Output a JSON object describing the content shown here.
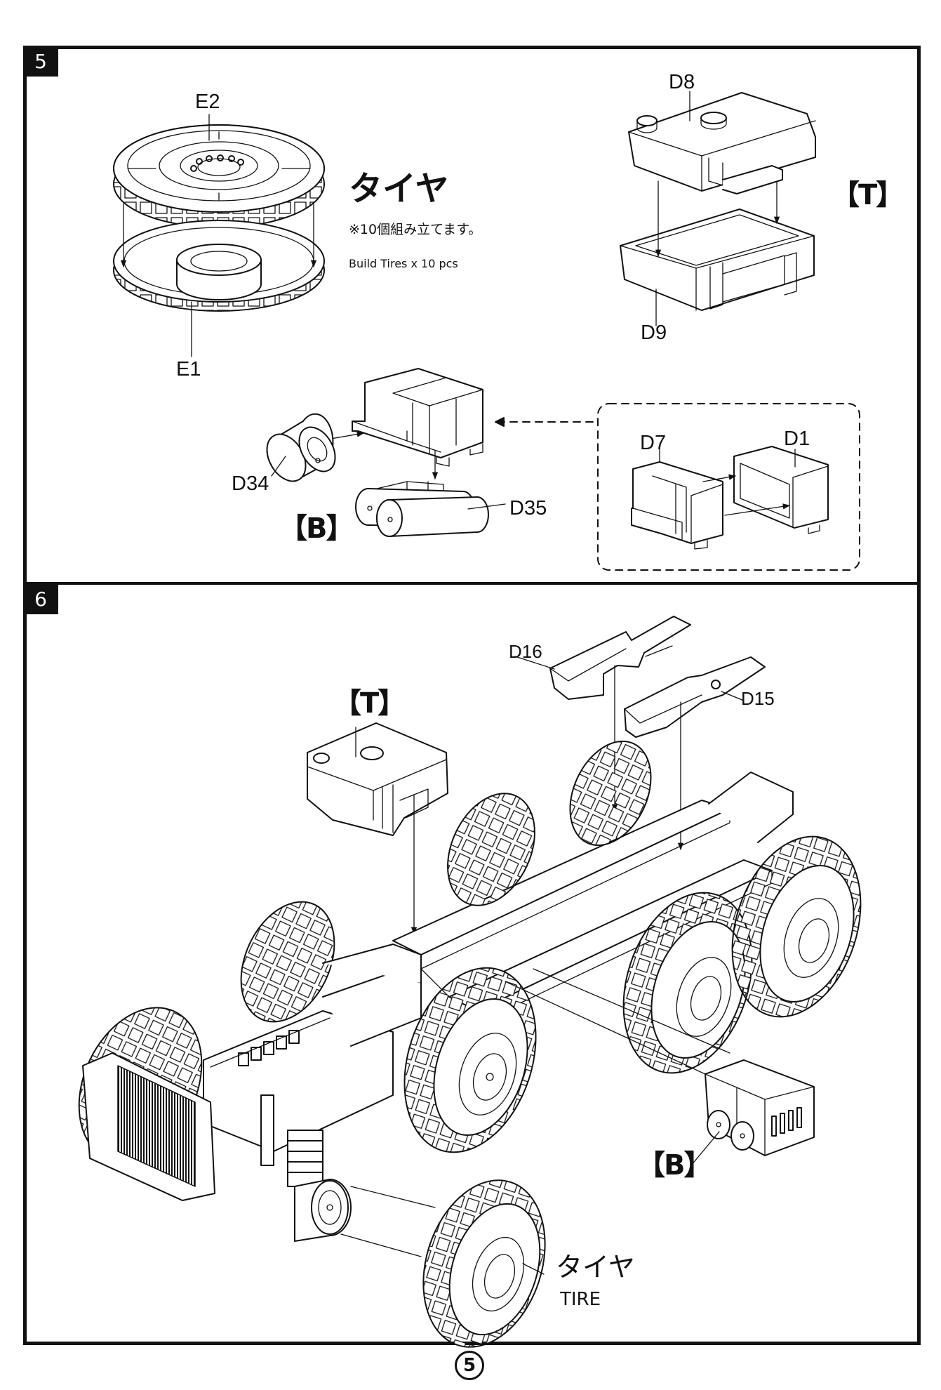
{
  "page": {
    "page_number": "5"
  },
  "steps": [
    {
      "number": "5",
      "tire_assembly": {
        "title_jp": "タイヤ",
        "note_jp": "※10個組み立てます。",
        "note_en": "Build Tires x 10 pcs",
        "parts": [
          "E2",
          "E1"
        ]
      },
      "tank_assembly": {
        "group_label": "【T】",
        "parts": [
          "D8",
          "D9"
        ]
      },
      "battery_assembly": {
        "group_label": "【B】",
        "parts": [
          "D34",
          "D35"
        ]
      },
      "inset_assembly": {
        "parts": [
          "D7",
          "D1"
        ]
      }
    },
    {
      "number": "6",
      "callouts": {
        "tank_label": "【T】",
        "battery_label": "【B】",
        "part_d16": "D16",
        "part_d15": "D15",
        "tire_jp": "タイヤ",
        "tire_en": "TIRE"
      }
    }
  ]
}
